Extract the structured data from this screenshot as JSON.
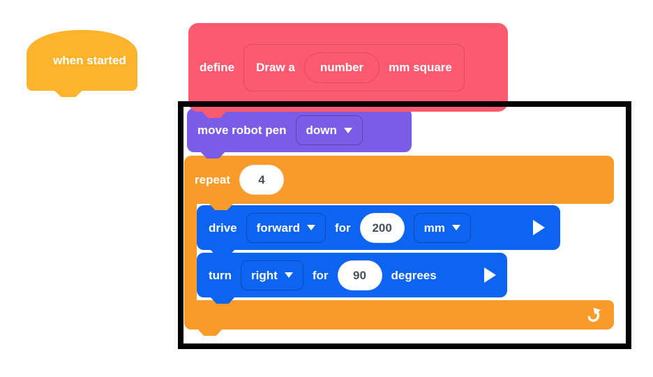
{
  "colors": {
    "hat": "#FDB32B",
    "myblock": "#FB5A70",
    "pen": "#7B5CE6",
    "control": "#F99B2A",
    "drivetrain": "#0D64F0",
    "selection": "#000000",
    "value-text": "#454F5E"
  },
  "blocks": {
    "when_started": {
      "label": "when started"
    },
    "define": {
      "keyword": "define",
      "title_left": "Draw a",
      "parameter": "number",
      "title_right": "mm square"
    },
    "move_pen": {
      "label": "move robot pen",
      "direction": "down"
    },
    "repeat": {
      "label": "repeat",
      "count": "4"
    },
    "drive": {
      "label": "drive",
      "direction": "forward",
      "for_label": "for",
      "distance": "200",
      "unit": "mm"
    },
    "turn": {
      "label": "turn",
      "direction": "right",
      "for_label": "for",
      "angle": "90",
      "unit_label": "degrees"
    }
  },
  "icons": {
    "dropdown_arrow": "chevron-down",
    "play": "triangle-right",
    "loop": "curved-repeat-arrow"
  }
}
